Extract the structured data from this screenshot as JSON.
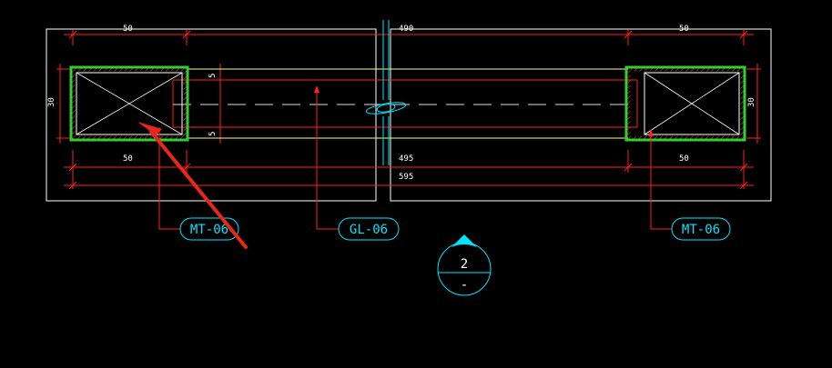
{
  "dimensions": {
    "top_left": "50",
    "top_center": "490",
    "top_right": "50",
    "height_left": "30",
    "height_right": "30",
    "gap_top": "5",
    "gap_bottom": "5",
    "bottom_left": "50",
    "bottom_center": "495",
    "bottom_right": "50",
    "overall": "595"
  },
  "tags": {
    "left": "MT-06",
    "center": "GL-06",
    "right": "MT-06"
  },
  "section_symbol": {
    "number": "2",
    "sub": "-"
  },
  "colors": {
    "frame": "#ffffff",
    "dimension": "#ff2020",
    "beam": "#ffff66",
    "hatch": "#33cc33",
    "axis": "#00e5ff",
    "arrow": "#e8261c"
  }
}
